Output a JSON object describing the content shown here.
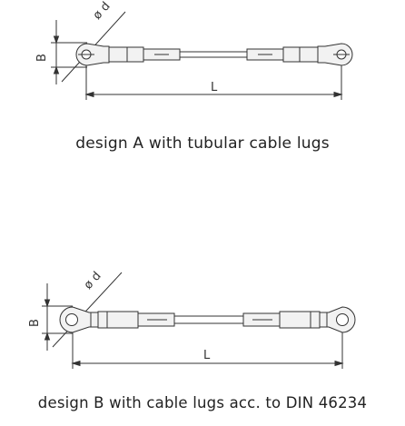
{
  "design_a": {
    "caption": "design A with tubular cable lugs",
    "dimension_labels": {
      "length": "L",
      "width": "B",
      "diameter": "ø d"
    }
  },
  "design_b": {
    "caption": "design B with cable lugs acc. to DIN 46234",
    "dimension_labels": {
      "length": "L",
      "width": "B",
      "diameter": "ø d"
    }
  },
  "colors": {
    "line": "#333333",
    "fill": "#f2f2f2"
  }
}
